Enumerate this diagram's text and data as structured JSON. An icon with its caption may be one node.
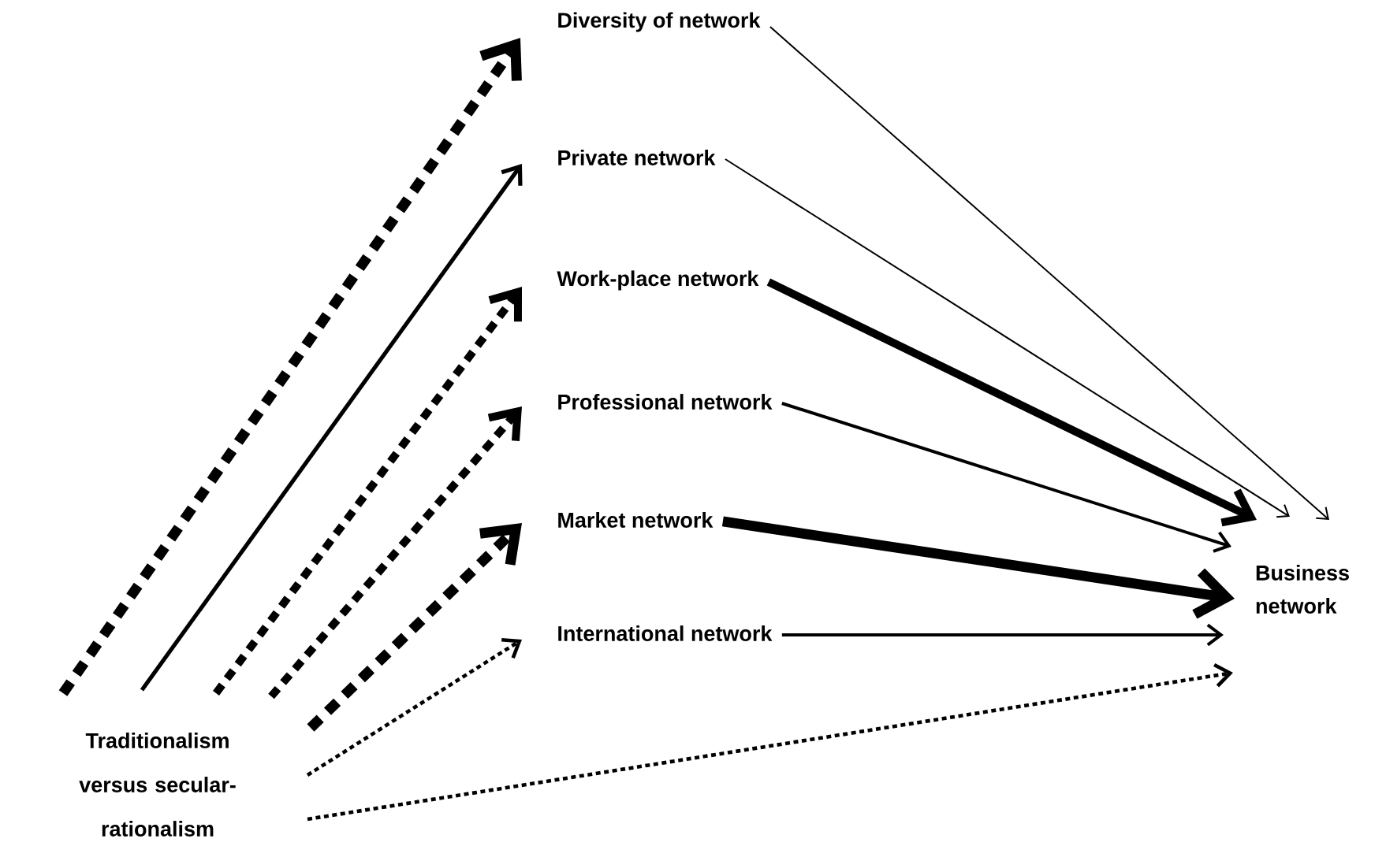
{
  "diagram": {
    "nodes": [
      {
        "text": [
          "Traditionalism versus secular-rationalism"
        ]
      },
      {
        "text": [
          "Diversity of network"
        ]
      },
      {
        "text": [
          "Private network"
        ]
      },
      {
        "text": [
          "Work-place network"
        ]
      },
      {
        "text": [
          "Professional network"
        ]
      },
      {
        "text": [
          "Market network"
        ]
      },
      {
        "text": [
          "International network"
        ]
      },
      {
        "text": [
          "Business network"
        ]
      }
    ],
    "edges": [
      {
        "from": 0,
        "to": 1,
        "arrow": "to",
        "style": "dashed"
      },
      {
        "from": 0,
        "to": 2,
        "arrow": "to"
      },
      {
        "from": 0,
        "to": 3,
        "arrow": "to",
        "style": "dashed"
      },
      {
        "from": 0,
        "to": 4,
        "arrow": "to",
        "style": "dashed"
      },
      {
        "from": 0,
        "to": 5,
        "arrow": "to",
        "style": "dashed"
      },
      {
        "from": 0,
        "to": 6,
        "arrow": "to",
        "style": "dashed"
      },
      {
        "from": 0,
        "to": 7,
        "arrow": "to",
        "style": "dashed"
      },
      {
        "from": 1,
        "to": 7,
        "arrow": "to"
      },
      {
        "from": 2,
        "to": 7,
        "arrow": "to"
      },
      {
        "from": 3,
        "to": 7,
        "arrow": "to",
        "style": "thick"
      },
      {
        "from": 4,
        "to": 7,
        "arrow": "to"
      },
      {
        "from": 5,
        "to": 7,
        "arrow": "to",
        "style": "thick"
      },
      {
        "from": 6,
        "to": 7,
        "arrow": "to"
      }
    ]
  }
}
